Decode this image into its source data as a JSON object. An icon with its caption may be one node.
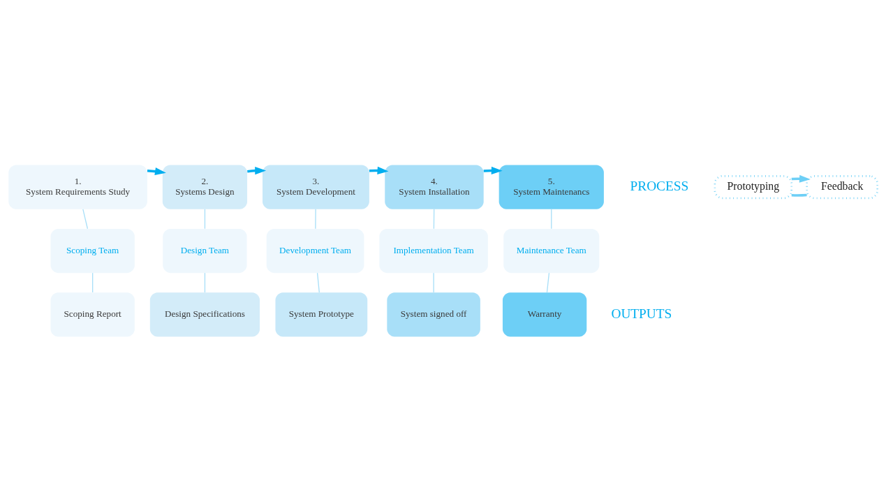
{
  "diagram": {
    "nodes": [
      {
        "text": [
          "1.",
          "System Requirements Study"
        ]
      },
      {
        "text": [
          "2.",
          "Systems Design"
        ]
      },
      {
        "text": [
          "3.",
          "System Development"
        ]
      },
      {
        "text": [
          "4.",
          "System Installation"
        ]
      },
      {
        "text": [
          "5.",
          "System Maintenancs"
        ]
      },
      {
        "text": [
          "Prototyping"
        ]
      },
      {
        "text": [
          "Feedback"
        ]
      },
      {
        "text": [
          "Scoping Team"
        ]
      },
      {
        "text": [
          "Design Team"
        ]
      },
      {
        "text": [
          "Development Team"
        ]
      },
      {
        "text": [
          "Implementation Team"
        ]
      },
      {
        "text": [
          "Maintenance Team"
        ]
      },
      {
        "text": [
          "Scoping Report"
        ]
      },
      {
        "text": [
          "Design Specifications"
        ]
      },
      {
        "text": [
          "System Prototype"
        ]
      },
      {
        "text": [
          "System signed off"
        ]
      },
      {
        "text": [
          "Warranty"
        ]
      }
    ],
    "edges": [
      {
        "from": 0,
        "to": 1,
        "arrow": "to",
        "style": "thick",
        "color": "#00aeef"
      },
      {
        "from": 1,
        "to": 2,
        "arrow": "to",
        "style": "thick",
        "color": "#00aeef"
      },
      {
        "from": 2,
        "to": 3,
        "arrow": "to",
        "style": "thick",
        "color": "#00aeef"
      },
      {
        "from": 3,
        "to": 4,
        "arrow": "to",
        "style": "thick",
        "color": "#00aeef"
      },
      {
        "from": 6,
        "to": 5,
        "arrow": "none",
        "style": "thick"
      },
      {
        "from": 5,
        "to": 6,
        "arrow": "to",
        "style": "thick"
      },
      {
        "from": 0,
        "to": 7,
        "arrow": "none"
      },
      {
        "from": 1,
        "to": 8,
        "arrow": "none"
      },
      {
        "from": 2,
        "to": 9,
        "arrow": "none"
      },
      {
        "from": 3,
        "to": 10,
        "arrow": "none"
      },
      {
        "from": 4,
        "to": 11,
        "arrow": "none"
      },
      {
        "from": 7,
        "to": 12,
        "arrow": "none"
      },
      {
        "from": 8,
        "to": 13,
        "arrow": "none"
      },
      {
        "from": 9,
        "to": 14,
        "arrow": "none"
      },
      {
        "from": 10,
        "to": 15,
        "arrow": "none"
      },
      {
        "from": 11,
        "to": 16,
        "arrow": "none"
      }
    ],
    "labels": [
      "PROCESS",
      "OUTPUTS"
    ]
  }
}
